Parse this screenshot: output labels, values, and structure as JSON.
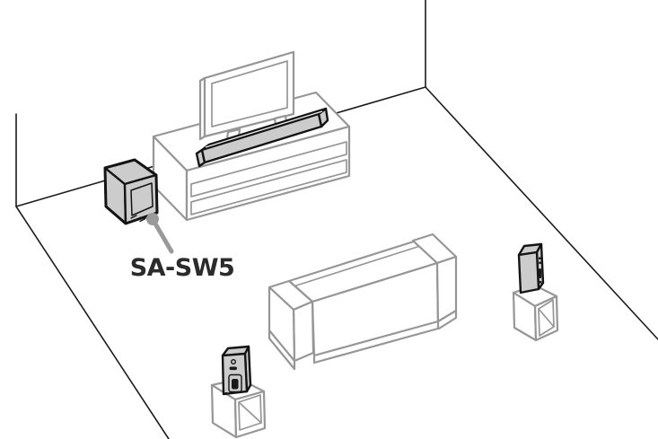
{
  "illustration": {
    "label": "SA-SW5",
    "objects": [
      "room-walls",
      "tv",
      "tv-cabinet",
      "soundbar",
      "subwoofer",
      "sofa",
      "rear-speaker-left",
      "rear-speaker-right",
      "speaker-stand-left",
      "speaker-stand-right"
    ],
    "colors": {
      "background": "#ffffff",
      "room_line": "#1c1c1c",
      "furniture_line": "#969696",
      "device_line": "#141414",
      "soundbar_top": "#d2d2d2",
      "soundbar_fill": "#c6c6c6",
      "soundbar_end": "#b8b8b8",
      "subwoofer_top": "#b0b0b0",
      "subwoofer_side": "#a6a6a6",
      "subwoofer_front": "#bfbfbf",
      "speaker_top": "#dedede",
      "speaker_side": "#c4c4c4",
      "speaker_face": "#f4f4f4",
      "leader": "#9a9a9a",
      "label_text": "#2b2b2b"
    }
  }
}
